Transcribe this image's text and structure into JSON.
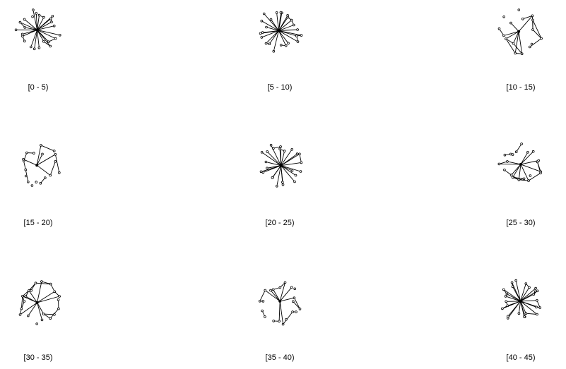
{
  "panels": [
    {
      "label": "[0 - 5)",
      "nodes": 24,
      "pattern": "dense"
    },
    {
      "label": "[5 - 10)",
      "nodes": 24,
      "pattern": "dense"
    },
    {
      "label": "[10 - 15)",
      "nodes": 16,
      "pattern": "sparse"
    },
    {
      "label": "[15 - 20)",
      "nodes": 18,
      "pattern": "sparse"
    },
    {
      "label": "[20 - 25)",
      "nodes": 24,
      "pattern": "dense"
    },
    {
      "label": "[25 - 30)",
      "nodes": 20,
      "pattern": "medium"
    },
    {
      "label": "[30 - 35)",
      "nodes": 20,
      "pattern": "medium"
    },
    {
      "label": "[35 - 40)",
      "nodes": 20,
      "pattern": "sparse"
    },
    {
      "label": "[40 - 45)",
      "nodes": 24,
      "pattern": "dense"
    }
  ],
  "colors": {
    "edge": "#000000",
    "node_fill": "#ffffff",
    "node_stroke": "#000000",
    "background": "#ffffff"
  }
}
